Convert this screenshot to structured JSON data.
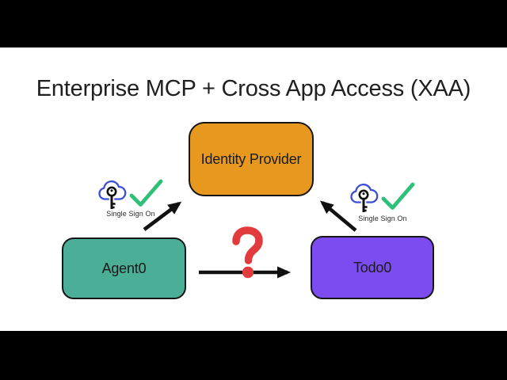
{
  "title": "Enterprise MCP + Cross App Access (XAA)",
  "diagram": {
    "nodes": [
      {
        "id": "identity-provider",
        "label": "Identity Provider",
        "fill": "#e6981f"
      },
      {
        "id": "agent0",
        "label": "Agent0",
        "fill": "#4bae96"
      },
      {
        "id": "todo0",
        "label": "Todo0",
        "fill": "#7c4cf1"
      }
    ],
    "edges": [
      {
        "from": "Agent0",
        "to": "Identity Provider",
        "style": "black-arrow"
      },
      {
        "from": "Todo0",
        "to": "Identity Provider",
        "style": "black-arrow"
      },
      {
        "from": "Agent0",
        "to": "Todo0",
        "style": "black-arrow",
        "annotation": "?"
      }
    ],
    "sso_badges": [
      {
        "position": "left",
        "label": "Single Sign On",
        "icons": [
          "cloud-key-icon",
          "checkmark-icon"
        ]
      },
      {
        "position": "right",
        "label": "Single Sign On",
        "icons": [
          "cloud-key-icon",
          "checkmark-icon"
        ]
      }
    ],
    "question_mark": "?"
  },
  "colors": {
    "background": "#ffffff",
    "letterbox": "#000000",
    "title_text": "#202020",
    "node_border": "#161616",
    "idp_fill": "#e6981f",
    "agent0_fill": "#4bae96",
    "todo0_fill": "#7c4cf1",
    "arrow": "#111111",
    "cloud_stroke": "#3c4fd8",
    "key_stroke": "#111111",
    "check_stroke": "#2ebf79",
    "question_red": "#e23b3e"
  }
}
